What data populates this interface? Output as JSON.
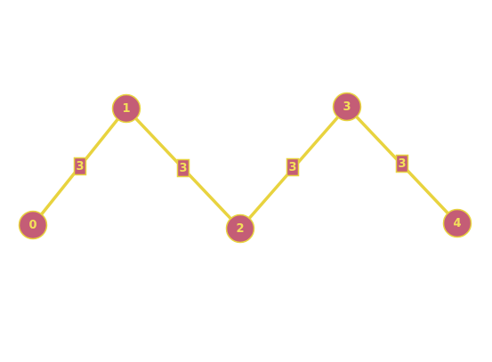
{
  "colors": {
    "background": "#ffffff",
    "edge": "#e8d33f",
    "node_fill": "#c45d76",
    "node_stroke": "#e8d33f",
    "node_text": "#f3e05a",
    "label_fill": "#c45d76",
    "label_stroke": "#e8d33f",
    "label_text": "#f3e05a"
  },
  "graph": {
    "nodes": [
      {
        "id": "0",
        "label": "0"
      },
      {
        "id": "1",
        "label": "1"
      },
      {
        "id": "2",
        "label": "2"
      },
      {
        "id": "3",
        "label": "3"
      },
      {
        "id": "4",
        "label": "4"
      }
    ],
    "edges": [
      {
        "source": "0",
        "target": "1",
        "weight": "3"
      },
      {
        "source": "1",
        "target": "2",
        "weight": "3"
      },
      {
        "source": "2",
        "target": "3",
        "weight": "3"
      },
      {
        "source": "3",
        "target": "4",
        "weight": "3"
      }
    ]
  }
}
